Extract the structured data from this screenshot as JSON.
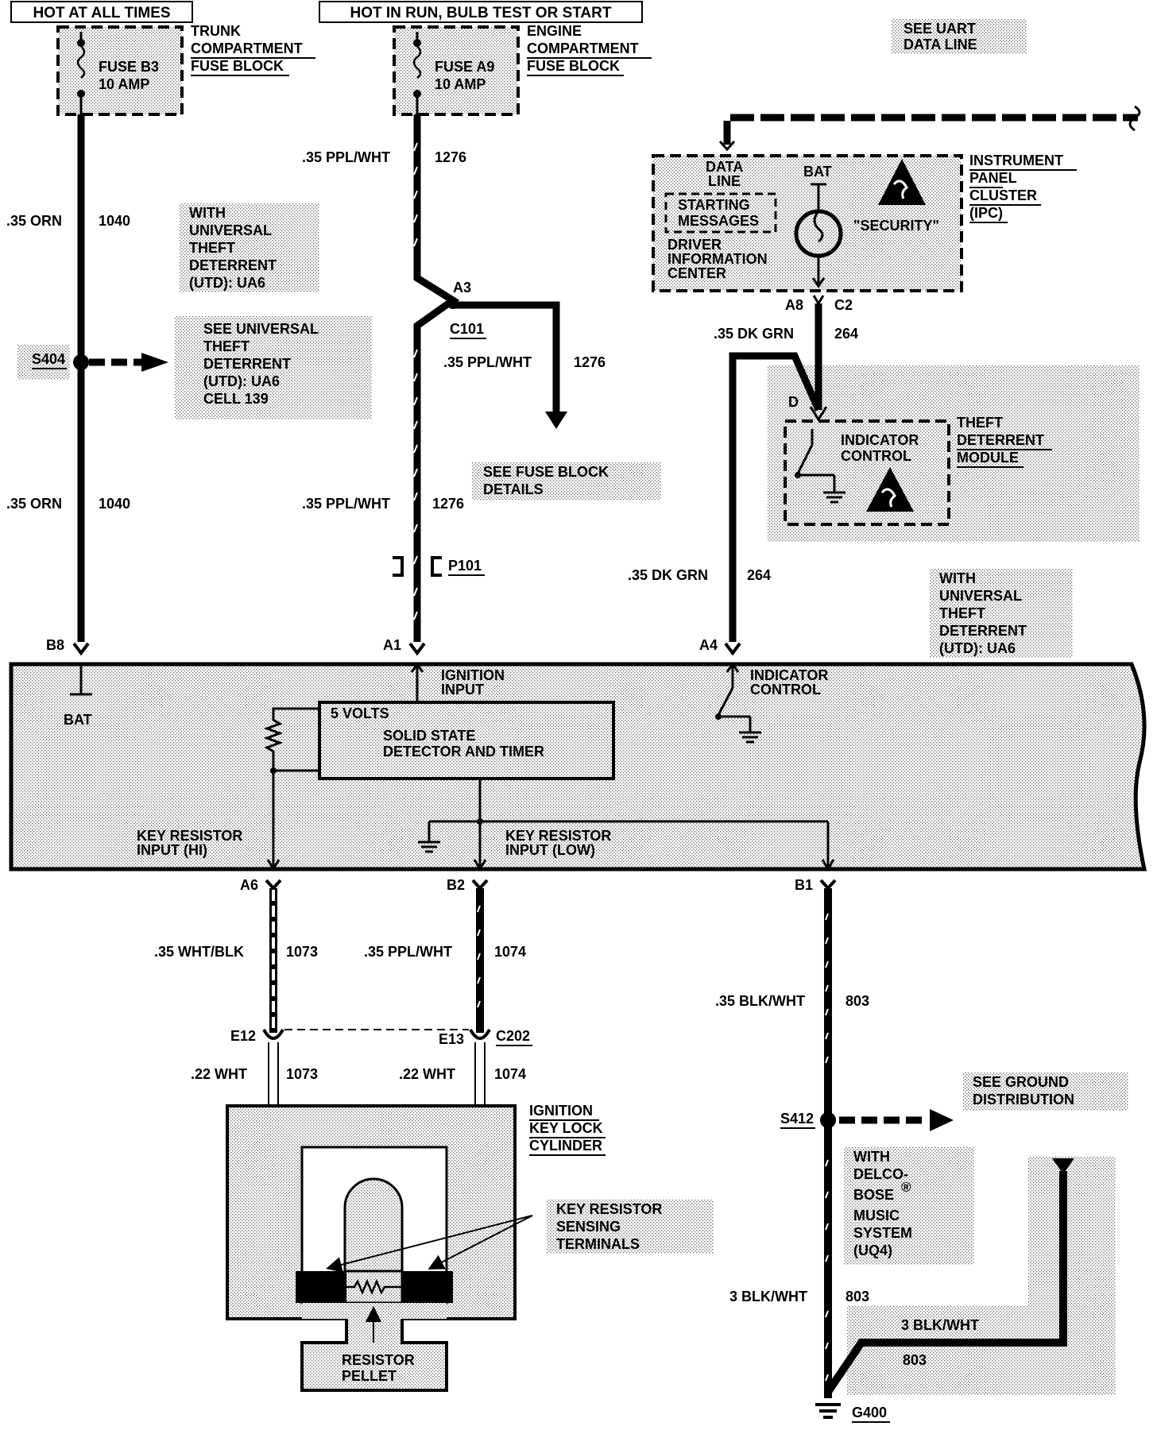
{
  "header": {
    "hot_all_times": "HOT AT ALL TIMES",
    "hot_run": "HOT IN RUN,  BULB TEST OR START"
  },
  "trunk_fuse": {
    "title": [
      "TRUNK",
      "COMPARTMENT",
      "FUSE BLOCK"
    ],
    "fuse": [
      "FUSE B3",
      "10 AMP"
    ]
  },
  "engine_fuse": {
    "title": [
      "ENGINE",
      "COMPARTMENT",
      "FUSE BLOCK"
    ],
    "fuse": [
      "FUSE A9",
      "10 AMP"
    ]
  },
  "uart_note": [
    "SEE UART",
    "DATA LINE"
  ],
  "ipc": {
    "title": [
      "INSTRUMENT",
      "PANEL",
      "CLUSTER",
      "(IPC)"
    ],
    "data_line": [
      "DATA",
      "LINE"
    ],
    "bat": "BAT",
    "starting_messages": [
      "STARTING",
      "MESSAGES"
    ],
    "dic": [
      "DRIVER",
      "INFORMATION",
      "CENTER"
    ],
    "security": "\"SECURITY\"",
    "pin": "A8",
    "connector": "C2"
  },
  "wires": {
    "w1040_upper": {
      "gauge": ".35 ORN",
      "circuit": "1040"
    },
    "w1040_lower": {
      "gauge": ".35 ORN",
      "circuit": "1040"
    },
    "w1276_upper": {
      "gauge": ".35 PPL/WHT",
      "circuit": "1276"
    },
    "w1276_branch": {
      "gauge": ".35 PPL/WHT",
      "circuit": "1276"
    },
    "w1276_lower": {
      "gauge": ".35 PPL/WHT",
      "circuit": "1276"
    },
    "w264_upper": {
      "gauge": ".35 DK GRN",
      "circuit": "264"
    },
    "w264_lower": {
      "gauge": ".35 DK GRN",
      "circuit": "264"
    },
    "w1073_upper": {
      "gauge": ".35 WHT/BLK",
      "circuit": "1073"
    },
    "w1074_upper": {
      "gauge": ".35 PPL/WHT",
      "circuit": "1074"
    },
    "w1073_lower": {
      "gauge": ".22 WHT",
      "circuit": "1073"
    },
    "w1074_lower": {
      "gauge": ".22 WHT",
      "circuit": "1074"
    },
    "w803_upper": {
      "gauge": ".35 BLK/WHT",
      "circuit": "803"
    },
    "w803_lower": {
      "gauge": "3 BLK/WHT",
      "circuit": "803"
    },
    "w803_branch": {
      "gauge": "3 BLK/WHT",
      "circuit": "803"
    }
  },
  "notes": {
    "utd_top": [
      "WITH",
      "UNIVERSAL",
      "THEFT",
      "DETERRENT",
      "(UTD): UA6"
    ],
    "see_utd": [
      "SEE UNIVERSAL",
      "THEFT",
      "DETERRENT",
      "(UTD): UA6",
      "CELL 139"
    ],
    "fuse_details": [
      "SEE FUSE BLOCK",
      "DETAILS"
    ],
    "utd_right": [
      "WITH",
      "UNIVERSAL",
      "THEFT",
      "DETERRENT",
      "(UTD): UA6"
    ],
    "ground_dist": [
      "SEE GROUND",
      "DISTRIBUTION"
    ],
    "delco": [
      "WITH",
      "DELCO-",
      "BOSE",
      "MUSIC",
      "SYSTEM",
      "(UQ4)"
    ],
    "delco_reg": "®"
  },
  "splices": {
    "s404": "S404",
    "s412": "S412",
    "a3": "A3",
    "c101": "C101",
    "p101": "P101",
    "d": "D"
  },
  "theft_module": {
    "title": [
      "THEFT",
      "DETERRENT",
      "MODULE"
    ],
    "indicator": [
      "INDICATOR",
      "CONTROL"
    ]
  },
  "main_module": {
    "pin_b8": "B8",
    "pin_a1": "A1",
    "pin_a4": "A4",
    "bat": "BAT",
    "ignition_input": [
      "IGNITION",
      "INPUT"
    ],
    "indicator_control": [
      "INDICATOR",
      "CONTROL"
    ],
    "five_volts": "5 VOLTS",
    "detector": [
      "SOLID STATE",
      "DETECTOR AND TIMER"
    ],
    "key_hi": [
      "KEY RESISTOR",
      "INPUT (HI)"
    ],
    "key_low": [
      "KEY RESISTOR",
      "INPUT (LOW)"
    ],
    "pin_a6": "A6",
    "pin_b2": "B2",
    "pin_b1": "B1"
  },
  "connectors": {
    "e12": "E12",
    "e13": "E13",
    "c202": "C202"
  },
  "key_cylinder": {
    "title": [
      "IGNITION",
      "KEY LOCK",
      "CYLINDER"
    ],
    "sensing": [
      "KEY RESISTOR",
      "SENSING",
      "TERMINALS"
    ],
    "pellet": [
      "RESISTOR",
      "PELLET"
    ]
  },
  "ground": {
    "g400": "G400"
  }
}
